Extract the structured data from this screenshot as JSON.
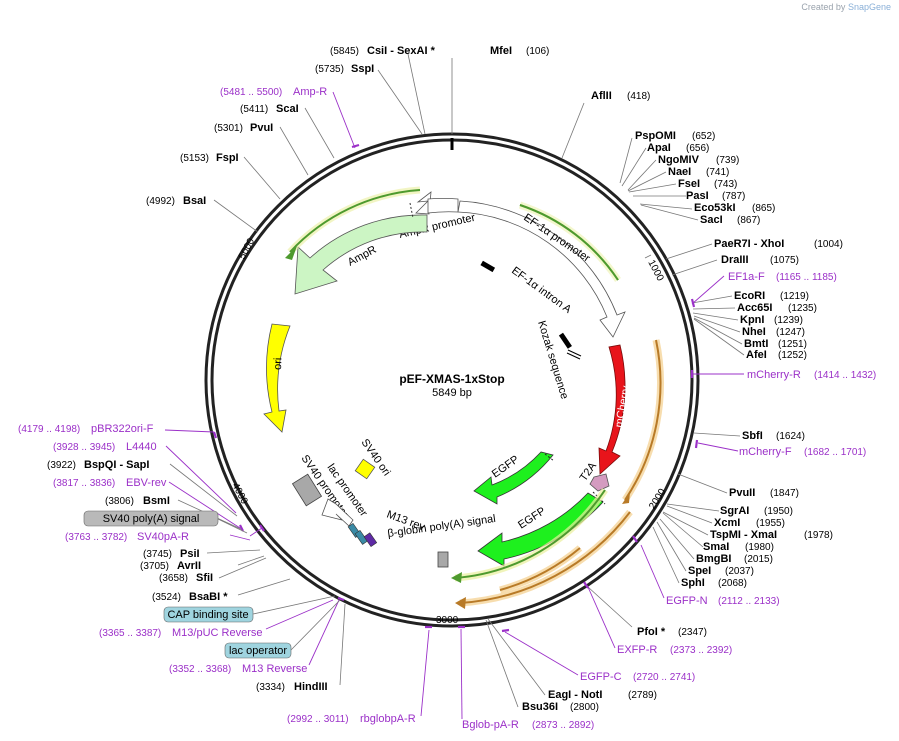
{
  "credit": {
    "prefix": "Created by",
    "brand": "SnapGene"
  },
  "plasmid": {
    "name": "pEF-XMAS-1xStop",
    "length_label": "5849 bp",
    "length": 5849
  },
  "ticks": [
    "1000",
    "2000",
    "3000",
    "4000",
    "5000"
  ],
  "enzymes": [
    {
      "name": "MfeI",
      "pos": "(106)"
    },
    {
      "name": "AflII",
      "pos": "(418)"
    },
    {
      "name": "PspOMI",
      "pos": "(652)"
    },
    {
      "name": "ApaI",
      "pos": "(656)"
    },
    {
      "name": "NgoMIV",
      "pos": "(739)"
    },
    {
      "name": "NaeI",
      "pos": "(741)"
    },
    {
      "name": "FseI",
      "pos": "(743)"
    },
    {
      "name": "PasI",
      "pos": "(787)"
    },
    {
      "name": "Eco53kI",
      "pos": "(865)"
    },
    {
      "name": "SacI",
      "pos": "(867)"
    },
    {
      "name": "PaeR7I - XhoI",
      "pos": "(1004)"
    },
    {
      "name": "DraIII",
      "pos": "(1075)"
    },
    {
      "name": "EcoRI",
      "pos": "(1219)"
    },
    {
      "name": "Acc65I",
      "pos": "(1235)"
    },
    {
      "name": "KpnI",
      "pos": "(1239)"
    },
    {
      "name": "NheI",
      "pos": "(1247)"
    },
    {
      "name": "BmtI",
      "pos": "(1251)"
    },
    {
      "name": "AfeI",
      "pos": "(1252)"
    },
    {
      "name": "SbfI",
      "pos": "(1624)"
    },
    {
      "name": "PvuII",
      "pos": "(1847)"
    },
    {
      "name": "SgrAI",
      "pos": "(1950)"
    },
    {
      "name": "XcmI",
      "pos": "(1955)"
    },
    {
      "name": "TspMI - XmaI",
      "pos": "(1978)"
    },
    {
      "name": "SmaI",
      "pos": "(1980)"
    },
    {
      "name": "BmgBI",
      "pos": "(2015)"
    },
    {
      "name": "SpeI",
      "pos": "(2037)"
    },
    {
      "name": "SphI",
      "pos": "(2068)"
    },
    {
      "name": "PfoI *",
      "pos": "(2347)"
    },
    {
      "name": "EagI - NotI",
      "pos": "(2789)"
    },
    {
      "name": "Bsu36I",
      "pos": "(2800)"
    },
    {
      "name": "HindIII",
      "pos": "(3334)"
    },
    {
      "name": "BsaBI *",
      "pos": "(3524)"
    },
    {
      "name": "SfiI",
      "pos": "(3658)"
    },
    {
      "name": "AvrII",
      "pos": "(3705)"
    },
    {
      "name": "PsiI",
      "pos": "(3745)"
    },
    {
      "name": "BsmI",
      "pos": "(3806)"
    },
    {
      "name": "BspQI - SapI",
      "pos": "(3922)"
    },
    {
      "name": "BsaI",
      "pos": "(4992)"
    },
    {
      "name": "FspI",
      "pos": "(5153)"
    },
    {
      "name": "PvuI",
      "pos": "(5301)"
    },
    {
      "name": "ScaI",
      "pos": "(5411)"
    },
    {
      "name": "SspI",
      "pos": "(5735)"
    },
    {
      "name": "CsiI - SexAI *",
      "pos": "(5845)"
    }
  ],
  "primers": [
    {
      "name": "Amp-R",
      "range": "(5481 .. 5500)"
    },
    {
      "name": "EF1a-F",
      "range": "(1165 .. 1185)"
    },
    {
      "name": "mCherry-R",
      "range": "(1414 .. 1432)"
    },
    {
      "name": "mCherry-F",
      "range": "(1682 .. 1701)"
    },
    {
      "name": "EGFP-N",
      "range": "(2112 .. 2133)"
    },
    {
      "name": "EXFP-R",
      "range": "(2373 .. 2392)"
    },
    {
      "name": "EGFP-C",
      "range": "(2720 .. 2741)"
    },
    {
      "name": "Bglob-pA-R",
      "range": "(2873 .. 2892)"
    },
    {
      "name": "rbglobpA-R",
      "range": "(2992 .. 3011)"
    },
    {
      "name": "M13 Reverse",
      "range": "(3352 .. 3368)"
    },
    {
      "name": "M13/pUC Reverse",
      "range": "(3365 .. 3387)"
    },
    {
      "name": "SV40pA-R",
      "range": "(3763 .. 3782)"
    },
    {
      "name": "EBV-rev",
      "range": "(3817 .. 3836)"
    },
    {
      "name": "L4440",
      "range": "(3928 .. 3945)"
    },
    {
      "name": "pBR322ori-F",
      "range": "(4179 .. 4198)"
    }
  ],
  "boxed_features": [
    "SV40 poly(A) signal",
    "CAP binding site",
    "lac operator"
  ],
  "features": {
    "ampr_promoter": "AmpR promoter",
    "ampr": "AmpR",
    "ef1a_promoter": "EF-1α promoter",
    "ef1a_intron": "EF-1α intron A",
    "kozak": "Kozak sequence",
    "mcherry": "mCherry",
    "t2a": "T2A",
    "egfp1": "EGFP",
    "egfp2": "EGFP",
    "ori": "ori",
    "sv40_ori": "SV40 ori",
    "sv40_promoter": "SV40 promoter",
    "lac_promoter": "lac promoter",
    "m13_rev": "M13 rev",
    "bglobin": "β-globin poly(A) signal"
  },
  "colors": {
    "ampr": "#ccf5c4",
    "mcherry": "#e8141b",
    "egfp": "#1ef01e",
    "ori": "#ffff00",
    "t2a": "#d49bc0",
    "grey_feature": "#a8a8a8",
    "primer": "#9b30c8",
    "box_grey": "#b9b9b9",
    "box_teal": "#9fd4df",
    "orf_orange": "#b87a27",
    "orf_green": "#4e9a2e"
  }
}
